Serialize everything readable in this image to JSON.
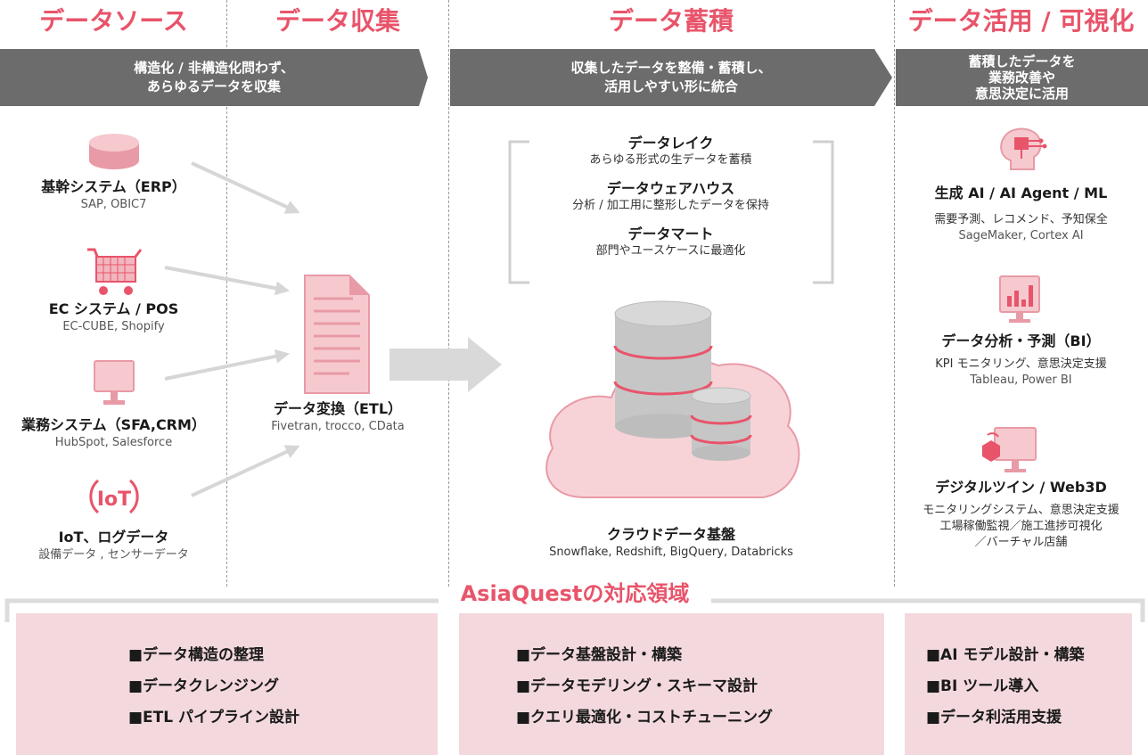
{
  "columns": [
    {
      "title": "データソース",
      "banner": [
        "構造化 / 非構造化問わず、",
        "あらゆるデータを収集"
      ]
    },
    {
      "title": "データ収集"
    },
    {
      "title": "データ蓄積",
      "banner": [
        "収集したデータを整備・蓄積し、",
        "活用しやすい形に統合"
      ]
    },
    {
      "title": "データ活用 / 可視化",
      "banner": [
        "蓄積したデータを",
        "業務改善や",
        "意思決定に活用"
      ]
    }
  ],
  "sources": [
    {
      "name": "基幹システム（ERP）",
      "sub": "SAP, OBIC7",
      "icon": "database-disk-icon"
    },
    {
      "name": "EC システム / POS",
      "sub": "EC-CUBE, Shopify",
      "icon": "shopping-cart-icon"
    },
    {
      "name": "業務システム（SFA,CRM）",
      "sub": "HubSpot,  Salesforce",
      "icon": "monitor-icon"
    },
    {
      "name": "IoT、ログデータ",
      "sub": "設備データ , センサーデータ",
      "icon": "iot-icon"
    }
  ],
  "etl": {
    "name": "データ変換（ETL）",
    "sub": "Fivetran, trocco, CData"
  },
  "storage": {
    "layers": [
      {
        "title": "データレイク",
        "sub": "あらゆる形式の生データを蓄積"
      },
      {
        "title": "データウェアハウス",
        "sub": "分析 / 加工用に整形したデータを保持"
      },
      {
        "title": "データマート",
        "sub": "部門やユースケースに最適化"
      }
    ],
    "platform": {
      "name": "クラウドデータ基盤",
      "sub": "Snowflake, Redshift, BigQuery, Databricks"
    }
  },
  "uses": [
    {
      "name": "生成 AI / AI Agent / ML",
      "sub": [
        "需要予測、レコメンド、予知保全",
        "SageMaker, Cortex AI"
      ],
      "icon": "ai-brain-icon"
    },
    {
      "name": "データ分析・予測（BI）",
      "sub": [
        "KPI モニタリング、意思決定支援",
        "Tableau, Power BI"
      ],
      "icon": "bi-chart-icon"
    },
    {
      "name": "デジタルツイン / Web3D",
      "sub": [
        "モニタリングシステム、意思決定支援",
        "工場稼働監視／施工進捗可視化",
        "／バーチャル店舗"
      ],
      "icon": "digital-twin-icon"
    }
  ],
  "asiaquest": {
    "title": "AsiaQuestの対応領域",
    "groups": [
      [
        "■データ構造の整理",
        "■データクレンジング",
        "■ETL パイプライン設計"
      ],
      [
        "■データ基盤設計・構築",
        "■データモデリング・スキーマ設計",
        "■クエリ最適化・コストチューニング"
      ],
      [
        "■AI モデル設計・構築",
        "■BI ツール導入",
        "■データ利活用支援"
      ]
    ]
  },
  "colors": {
    "accent": "#e8546a",
    "banner": "#6c6c6c",
    "pink_light": "#f3d9de",
    "pink_icon": "#f2b6bf",
    "arrow": "#d6d6d6"
  }
}
